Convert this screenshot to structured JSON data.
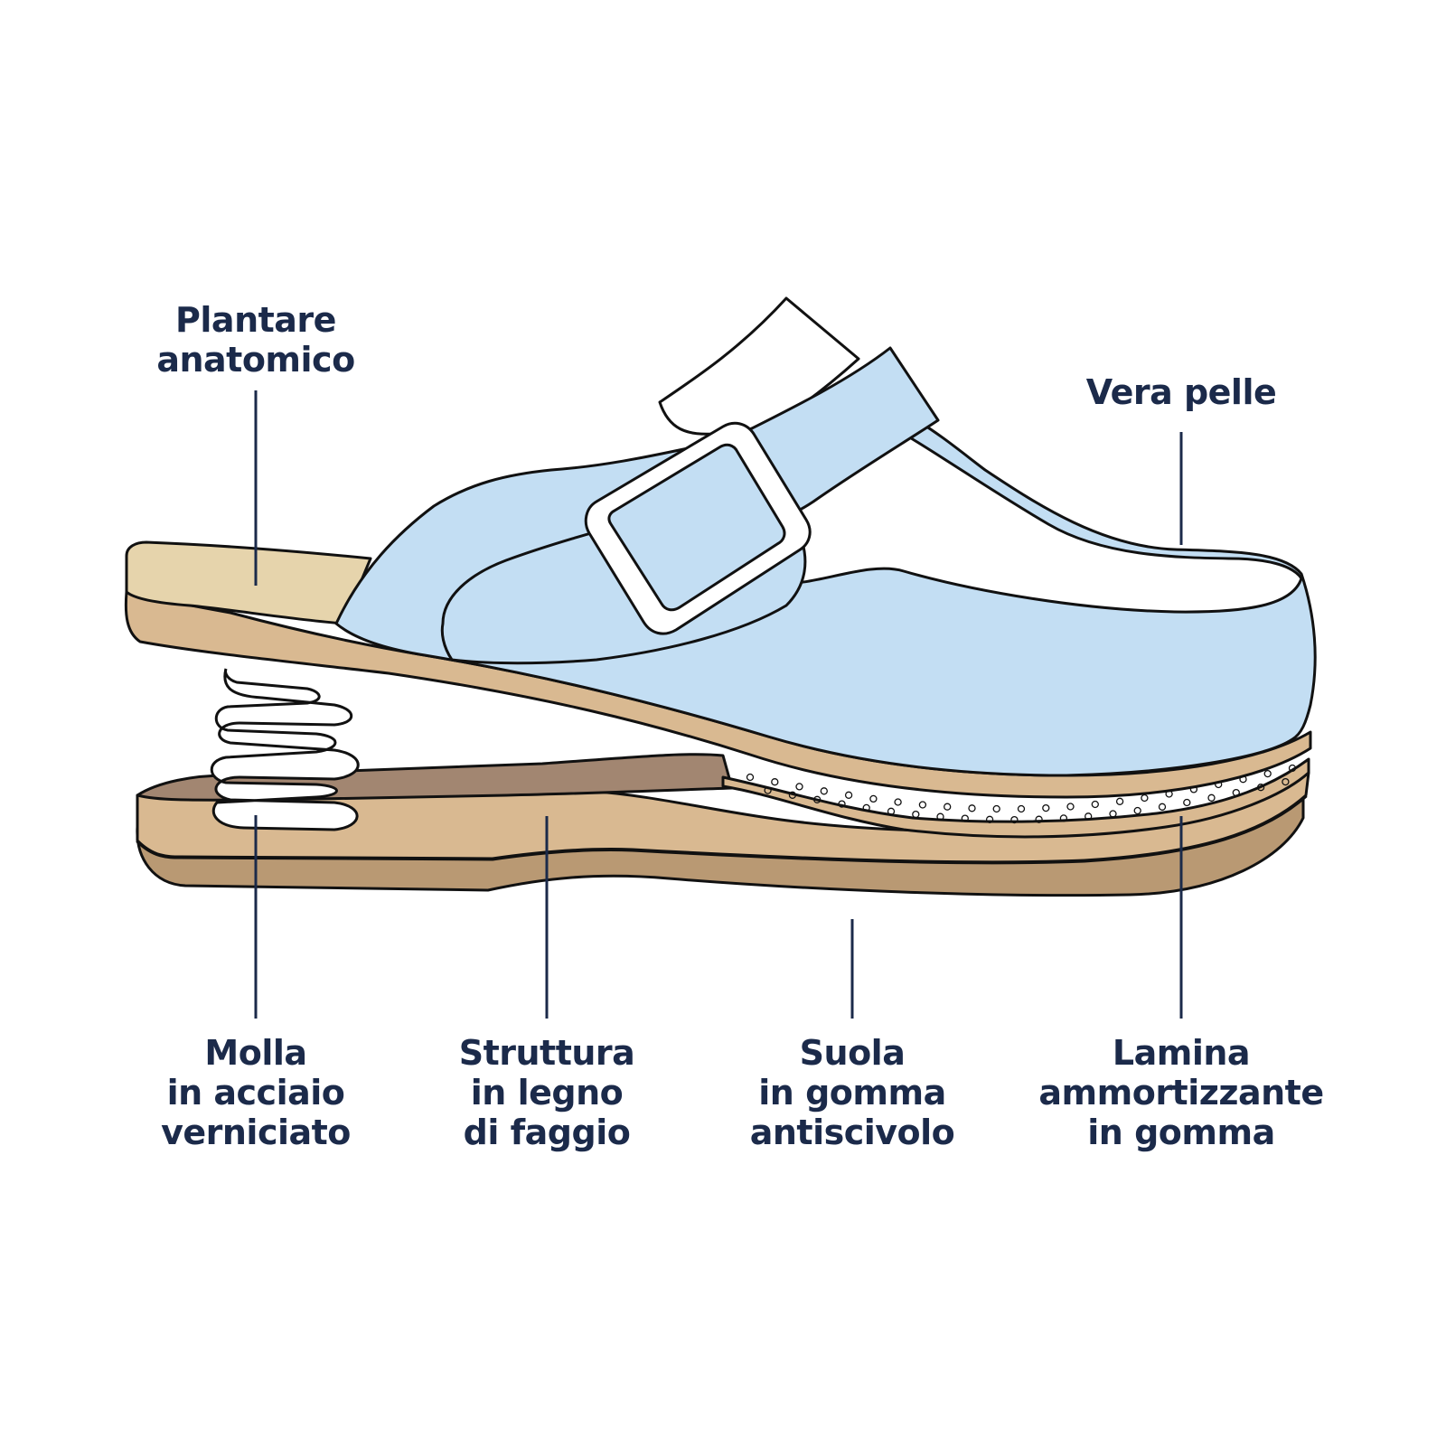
{
  "colors": {
    "text": "#1b2a4a",
    "leader_line": "#1b2a4a",
    "outline": "#111111",
    "leather_blue": "#c3def3",
    "leather_white": "#ffffff",
    "insole_cream": "#e6d4ac",
    "wood_light": "#d9b991",
    "wood_dark": "#a28671",
    "rubber_sole": "#b99973",
    "spring": "#ffffff"
  },
  "labels": {
    "insole": {
      "line1": "Plantare",
      "line2": "anatomico"
    },
    "leather": {
      "line1": "Vera pelle"
    },
    "spring": {
      "line1": "Molla",
      "line2": "in acciaio",
      "line3": "verniciato"
    },
    "wood": {
      "line1": "Struttura",
      "line2": "in legno",
      "line3": "di faggio"
    },
    "sole": {
      "line1": "Suola",
      "line2": "in gomma",
      "line3": "antiscivolo"
    },
    "lamina": {
      "line1": "Lamina",
      "line2": "ammortizzante",
      "line3": "in gomma"
    }
  }
}
